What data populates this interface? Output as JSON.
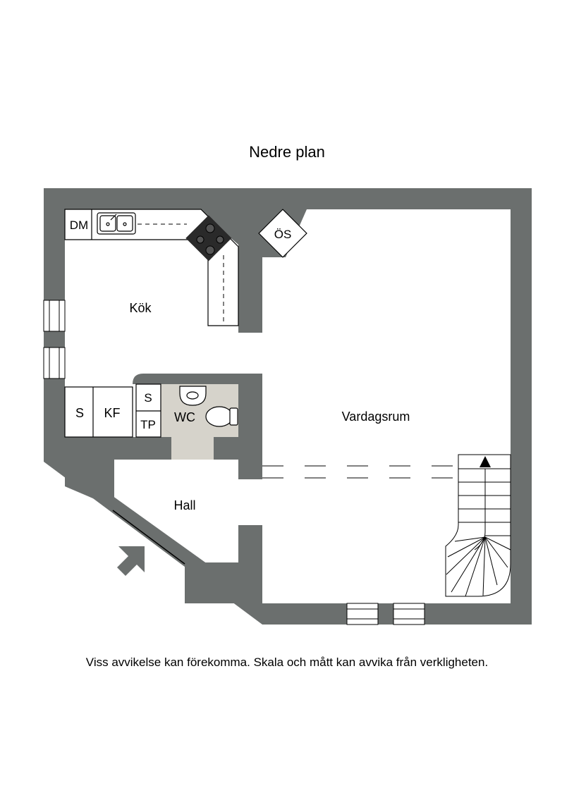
{
  "plan": {
    "title": "Nedre plan",
    "disclaimer": "Viss avvikelse kan förekomma. Skala och mått kan avvika från verkligheten."
  },
  "rooms": {
    "kitchen": "Kök",
    "living": "Vardagsrum",
    "hall": "Hall",
    "wc": "WC"
  },
  "fixtures": {
    "dishwasher": "DM",
    "stove_hood": "ÖS",
    "storage": "S",
    "fridge_freezer": "KF",
    "wc_storage": "S",
    "washer_dryer": "TP"
  },
  "colors": {
    "wall": "#6b6f6e",
    "wc_floor": "#d6d3cb",
    "stove": "#2a2a2a",
    "line": "#000000"
  },
  "icons": {
    "entrance": "entrance-arrow-icon",
    "stair_direction": "stair-up-arrow-icon"
  }
}
